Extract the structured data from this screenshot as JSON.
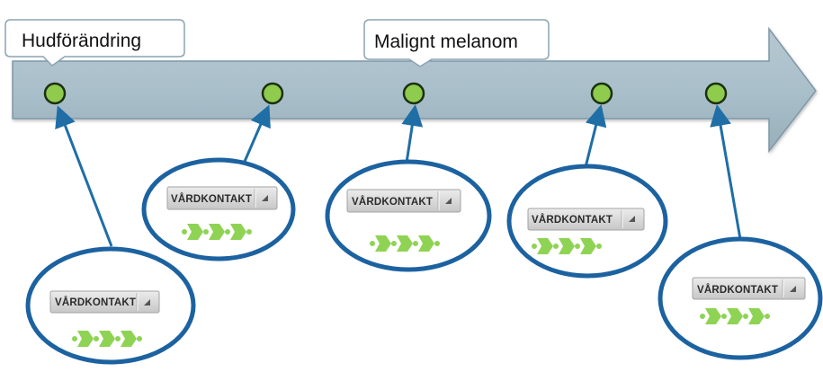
{
  "callouts": {
    "left_label": "Hudförändring",
    "center_label": "Malignt melanom"
  },
  "contact_card_label": "VÅRDKONTAKT",
  "colors": {
    "timeline_arrow": "#a9bfca",
    "timeline_arrow_stroke": "#7f98a6",
    "node_fill": "#8fcb4d",
    "node_stroke": "#1b3010",
    "connector": "#1f6ea6",
    "ellipse_stroke": "#1c62a0",
    "chevron_fill": "#8fd354",
    "button_fill": "#d6d6d6"
  },
  "icons": {
    "dropdown": "triangle-up-icon",
    "flow": "process-chevrons-icon"
  },
  "cards": [
    {
      "id": 1
    },
    {
      "id": 2
    },
    {
      "id": 3
    },
    {
      "id": 4
    },
    {
      "id": 5
    }
  ]
}
